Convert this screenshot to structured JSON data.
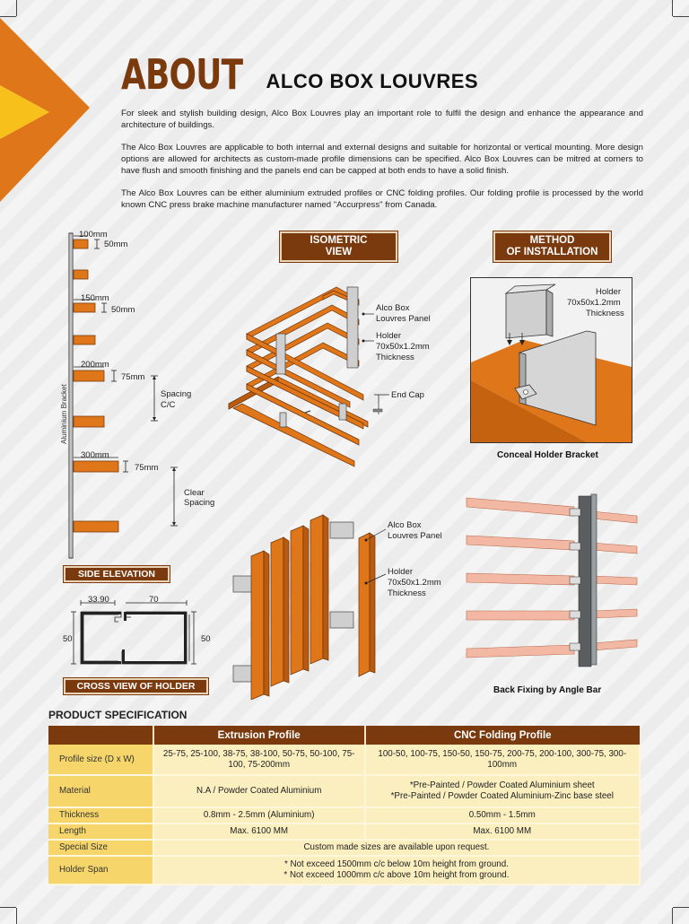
{
  "header": {
    "about": "ABOUT",
    "title": "ALCO BOX LOUVRES"
  },
  "intro": {
    "p1": "For sleek and stylish building design, Alco Box Louvres play an important role to fulfil the design and enhance the appearance and architecture of buildings.",
    "p2": "The Alco Box Louvres are applicable to both internal and external designs and suitable for horizontal or vertical mounting. More design options are allowed for architects as custom-made profile dimensions can be specified. Alco Box Louvres can be mitred at corners to have flush and smooth finishing and the panels end can be capped at both ends to have a solid finish.",
    "p3": "The Alco Box Louvres can be either aluminium extruded profiles or CNC folding profiles. Our folding profile is processed by the world known CNC press brake machine manufacturer named \"Accurpress\" from Canada."
  },
  "side_elevation": {
    "label": "SIDE ELEVATION",
    "bracket": "Aluminium Bracket",
    "d1": "100mm",
    "d1b": "50mm",
    "d2": "150mm",
    "d2b": "50mm",
    "d3": "200mm",
    "d3b": "75mm",
    "d4": "300mm",
    "d4b": "75mm",
    "spacing1": "Spacing",
    "spacing2": "C/C",
    "clear1": "Clear",
    "clear2": "Spacing"
  },
  "isometric": {
    "label1": "ISOMETRIC",
    "label2": "VIEW",
    "panel1": "Alco Box",
    "panel2": "Louvres Panel",
    "holder1": "Holder",
    "holder2": "70x50x1.2mm",
    "holder3": "Thickness",
    "endcap": "End Cap"
  },
  "vertical": {
    "panel1": "Alco Box",
    "panel2": "Louvres Panel",
    "holder1": "Holder",
    "holder2": "70x50x1.2mm",
    "holder3": "Thickness"
  },
  "install": {
    "label1": "METHOD",
    "label2": "OF INSTALLATION",
    "holder1": "Holder",
    "holder2": "70x50x1.2mm",
    "holder3": "Thickness",
    "caption": "Conceal Holder Bracket",
    "caption2": "Back Fixing by Angle Bar"
  },
  "cross_view": {
    "label": "CROSS VIEW OF HOLDER",
    "w1": "33.90",
    "w2": "70",
    "h1": "50",
    "h2": "50"
  },
  "spec": {
    "title": "PRODUCT SPECIFICATION",
    "col1": "Extrusion Profile",
    "col2": "CNC Folding Profile",
    "rows": [
      {
        "label": "Profile size (D x W)",
        "a": "25-75, 25-100, 38-75, 38-100, 50-75, 50-100, 75-100, 75-200mm",
        "b": "100-50, 100-75, 150-50, 150-75, 200-75, 200-100, 300-75, 300-100mm"
      },
      {
        "label": "Material",
        "a": "N.A / Powder Coated Aluminium",
        "b1": "*Pre-Painted / Powder Coated Aluminium sheet",
        "b2": "*Pre-Painted  / Powder Coated Aluminium-Zinc base steel"
      },
      {
        "label": "Thickness",
        "a": "0.8mm - 2.5mm (Aluminium)",
        "b": "0.50mm - 1.5mm"
      },
      {
        "label": "Length",
        "a": "Max. 6100 MM",
        "b": "Max. 6100 MM"
      },
      {
        "label": "Special Size",
        "ab": "Custom made sizes are available upon request."
      },
      {
        "label": "Holder Span",
        "ab1": "* Not exceed 1500mm c/c below 10m height from ground.",
        "ab2": "* Not exceed 1000mm c/c above 10m height from ground."
      }
    ]
  },
  "colors": {
    "brown": "#7a3a0e",
    "orange": "#e0761a",
    "yellow": "#f8c01a",
    "table_row": "#fbefc0",
    "table_header_cell": "#f6d66b"
  }
}
